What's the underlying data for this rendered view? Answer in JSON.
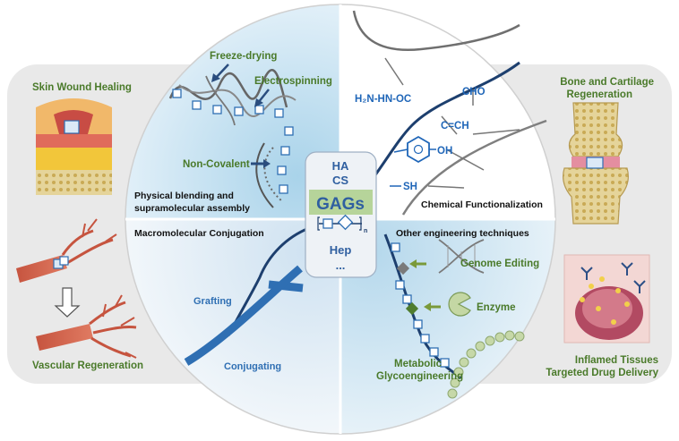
{
  "center": {
    "line1": "HA",
    "line2": "CS",
    "main": "GAGs",
    "subscript": "n",
    "line3": "Hep",
    "more": "..."
  },
  "quadrants": {
    "physical": {
      "title_line1": "Physical blending and",
      "title_line2": "supramolecular assembly",
      "freeze": "Freeze-drying",
      "electro": "Electrospinning",
      "noncov": "Non-Covalent"
    },
    "chemical": {
      "title": "Chemical Functionalization",
      "hydrazide": "H₂N-HN-OC",
      "aldehyde": "CHO",
      "alkene": "C=CH",
      "hydroxyl": "OH",
      "thiol": "SH"
    },
    "macro": {
      "title": "Macromolecular Conjugation",
      "grafting": "Grafting",
      "conjugating": "Conjugating"
    },
    "other": {
      "title": "Other engineering techniques",
      "genome": "Genome Editing",
      "enzyme": "Enzyme",
      "metabolic_line1": "Metabolic",
      "metabolic_line2": "Glycoengineering"
    }
  },
  "applications": {
    "skin": "Skin Wound Healing",
    "vascular": "Vascular Regeneration",
    "bone_line1": "Bone and Cartilage",
    "bone_line2": "Regeneration",
    "inflamed_line1": "Inflamed Tissues",
    "inflamed_line2": "Targeted Drug Delivery"
  },
  "colors": {
    "label_green": "#4a7a2a",
    "chain_navy": "#1d3f6e",
    "accent_blue": "#2f6fb3",
    "panel_gray": "#e9e9e9"
  }
}
